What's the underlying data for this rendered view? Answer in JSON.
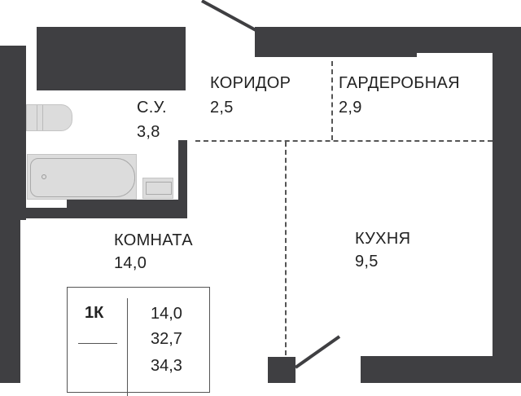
{
  "rooms": {
    "bathroom": {
      "name": "С.У.",
      "area": "3,8"
    },
    "corridor": {
      "name": "КОРИДОР",
      "area": "2,5"
    },
    "wardrobe": {
      "name": "ГАРДЕРОБНАЯ",
      "area": "2,9"
    },
    "room": {
      "name": "КОМНАТА",
      "area": "14,0"
    },
    "kitchen": {
      "name": "КУХНЯ",
      "area": "9,5"
    }
  },
  "summary": {
    "type": "1К",
    "living_area": "14,0",
    "total_area": "32,7",
    "total_with_balcony": "34,3"
  },
  "colors": {
    "wall": "#3f3f42",
    "fixture": "#dcdcdc"
  }
}
